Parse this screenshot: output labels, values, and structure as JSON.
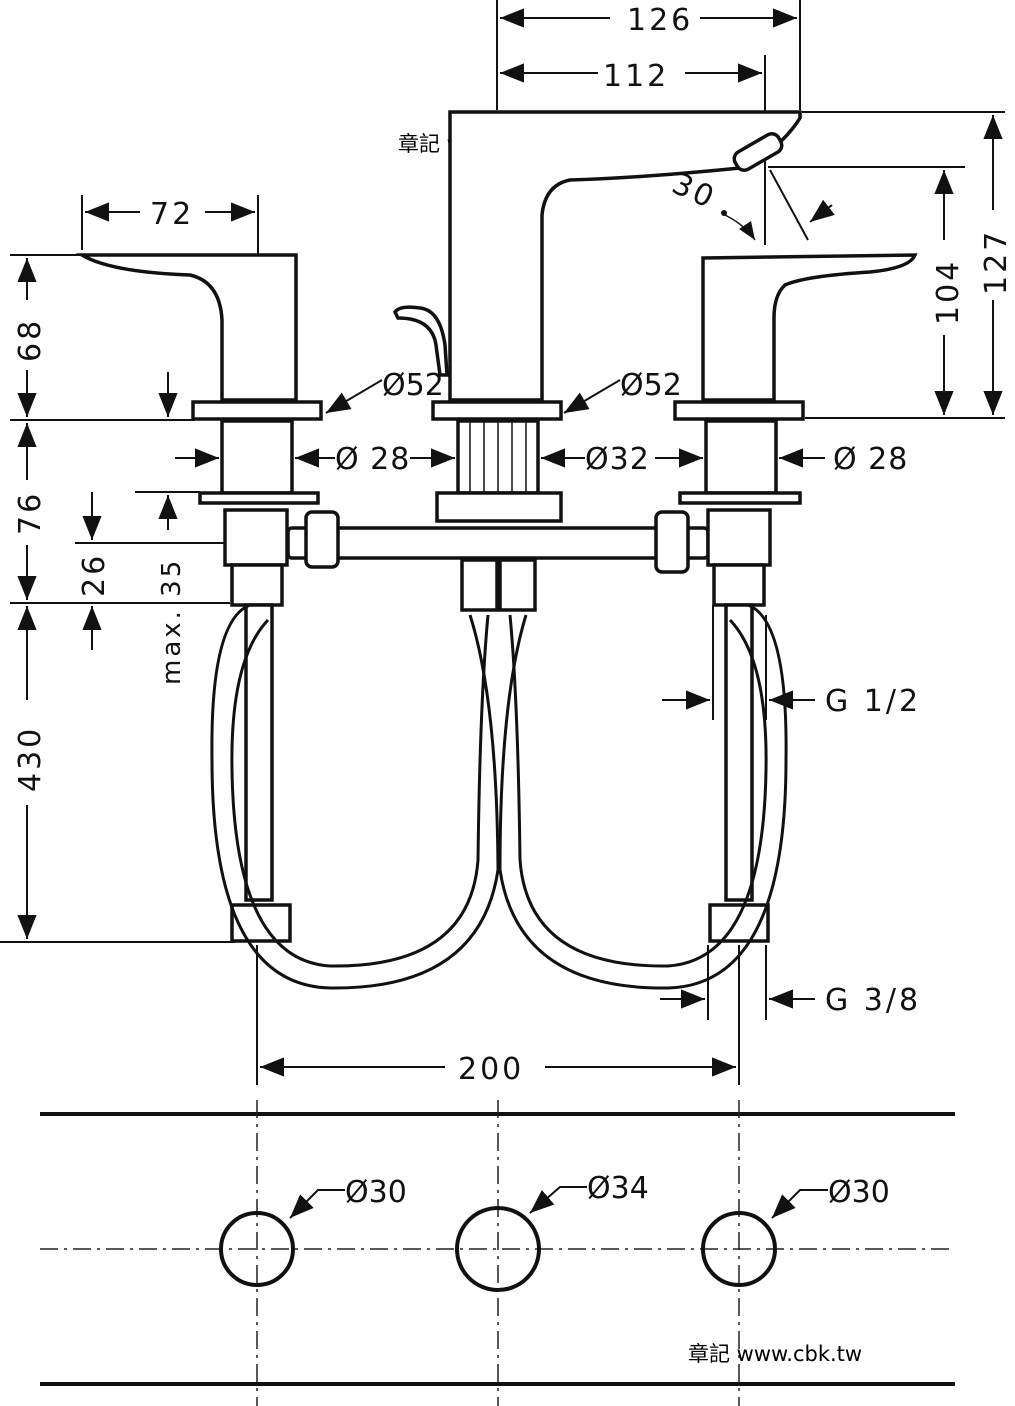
{
  "watermark_top": "章記 www.cbk.tw",
  "watermark_bottom": "章記 www.cbk.tw",
  "dims": {
    "spout_total_width": "126",
    "spout_reach": "112",
    "handle_length": "72",
    "spout_angle": "30",
    "spout_outlet_height": "104",
    "spout_total_height": "127",
    "handle_height": "68",
    "body_depth": "76",
    "max_deck_thickness": "max. 35",
    "connection_length": "26",
    "hose_length": "430",
    "rosette_left": "Ø52",
    "rosette_center": "Ø52",
    "shank_left": "Ø 28",
    "shank_center": "Ø32",
    "shank_right": "Ø 28",
    "thread_top": "G 1/2",
    "thread_bottom": "G 3/8",
    "center_distance": "200",
    "hole_left": "Ø30",
    "hole_center": "Ø34",
    "hole_right": "Ø30"
  }
}
